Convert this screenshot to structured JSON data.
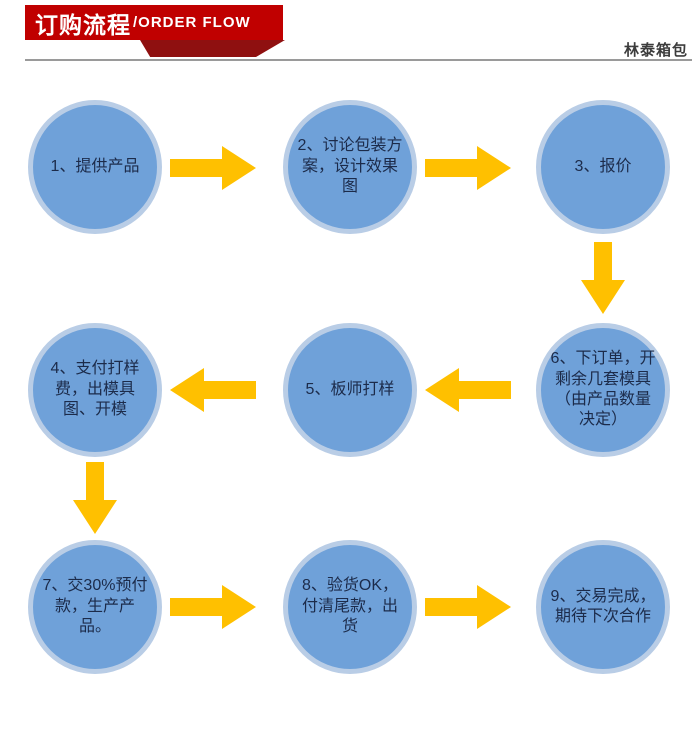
{
  "header": {
    "title_cn": "订购流程",
    "title_en": "/ORDER FLOW",
    "brand": "林泰箱包"
  },
  "flow": {
    "steps": [
      {
        "id": 1,
        "label": "1、提供产品"
      },
      {
        "id": 2,
        "label": "2、讨论包装方案，设计效果图"
      },
      {
        "id": 3,
        "label": "3、报价"
      },
      {
        "id": 4,
        "label": "4、支付打样费，出模具图、开模"
      },
      {
        "id": 5,
        "label": "5、板师打样"
      },
      {
        "id": 6,
        "label": "6、下订单，开剩余几套模具（由产品数量决定）"
      },
      {
        "id": 7,
        "label": "7、交30%预付款，生产产品。"
      },
      {
        "id": 8,
        "label": "8、验货OK，付清尾款，出货"
      },
      {
        "id": 9,
        "label": "9、交易完成，期待下次合作"
      }
    ],
    "sequence": "1 → 2 → 3 → 6 → 5 → 4 → 7 → 8 → 9"
  },
  "colors": {
    "banner_red": "#c00000",
    "fold_red": "#8f1010",
    "node_fill": "#6fa1d9",
    "node_ring": "#b9cde6",
    "arrow_gold": "#ffc000"
  }
}
